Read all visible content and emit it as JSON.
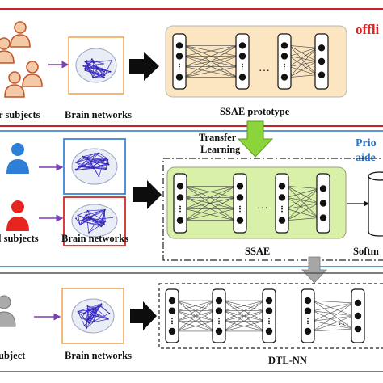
{
  "panels": {
    "offline": {
      "tag": "offli",
      "tag_color": "#e0211f",
      "border_color": "#c8212b"
    },
    "prior": {
      "tag_line1": "Prio",
      "tag_line2": "aide",
      "tag_color": "#2b73c6",
      "border_color": "#2b73c6"
    },
    "test": {
      "border_color": "#555555"
    }
  },
  "labels": {
    "other_subjects": "r subjects",
    "labeled_subjects": "l subjects",
    "test_subject": "ubject",
    "brain_networks_1": "Brain networks",
    "brain_networks_2": "Brain networks",
    "brain_networks_3": "Brain networks",
    "ssae_prototype": "SSAE prototype",
    "transfer_line1": "Transfer",
    "transfer_line2": "Learning",
    "ssae": "SSAE",
    "softmax": "Softm",
    "dtl_nn": "DTL-NN"
  },
  "ellipsis": "…",
  "colors": {
    "person_orange_fill": "#f4c9a6",
    "person_orange_stroke": "#c0582c",
    "person_blue": "#2e7fd8",
    "person_red": "#e8241f",
    "person_gray": "#aaaaaa",
    "ssae_proto_fill": "#fbe6c1",
    "ssae_fill": "#d8f0a8",
    "transfer_arrow": "#8bd43a",
    "down_arrow": "#a6a6a6",
    "brain_box_blue": "#3a86d6",
    "brain_box_red": "#d42a2a",
    "brain_edges": "#3b2fc4",
    "neuron": "#111111"
  },
  "icons": [
    "person-icon",
    "brain-network-icon",
    "right-arrow-icon",
    "neural-network-icon",
    "cylinder-icon"
  ]
}
